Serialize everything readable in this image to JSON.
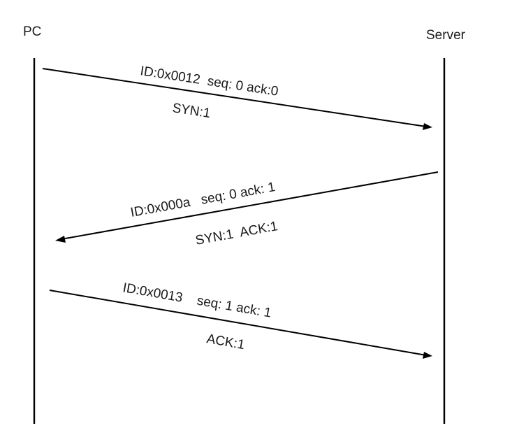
{
  "diagram": {
    "type": "sequence",
    "title": "",
    "participants": [
      {
        "id": "pc",
        "label": "PC"
      },
      {
        "id": "server",
        "label": "Server"
      }
    ],
    "messages": [
      {
        "from": "pc",
        "to": "server",
        "upper_label": "ID:0x0012  seq: 0 ack:0",
        "lower_label": "SYN:1",
        "id": "0x0012",
        "seq": 0,
        "ack": 0,
        "flags": {
          "SYN": 1
        }
      },
      {
        "from": "server",
        "to": "pc",
        "upper_label": "ID:0x000a   seq: 0 ack: 1",
        "lower_label": "SYN:1  ACK:1",
        "id": "0x000a",
        "seq": 0,
        "ack": 1,
        "flags": {
          "SYN": 1,
          "ACK": 1
        }
      },
      {
        "from": "pc",
        "to": "server",
        "upper_label": "ID:0x0013    seq: 1 ack: 1",
        "lower_label": "ACK:1",
        "id": "0x0013",
        "seq": 1,
        "ack": 1,
        "flags": {
          "ACK": 1
        }
      }
    ],
    "colors": {
      "line": "#000000",
      "text": "#1a1a1a",
      "background": "#ffffff"
    }
  }
}
